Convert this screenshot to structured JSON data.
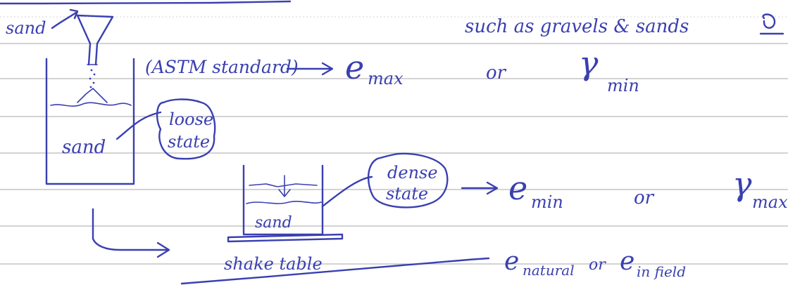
{
  "notes": {
    "top_text": "such as gravels & sands",
    "funnel_label": "sand",
    "astm_label": "(ASTM standard)",
    "arrow": "→",
    "e_max": "e",
    "e_max_sub": "max",
    "or_1": "or",
    "gamma_min": "γ",
    "gamma_min_sub": "min",
    "jar_label": "sand",
    "loose_1": "loose",
    "loose_2": "state",
    "dense_1": "dense",
    "dense_2": "state",
    "e_min": "e",
    "e_min_sub": "min",
    "or_2": "or",
    "gamma_max": "γ",
    "gamma_max_sub": "max",
    "small_jar_label": "sand",
    "shake_table": "shake table",
    "e_natural": "e",
    "e_natural_sub": "natural",
    "or_3": "or",
    "e_infield": "e",
    "e_infield_sub": "in field"
  }
}
